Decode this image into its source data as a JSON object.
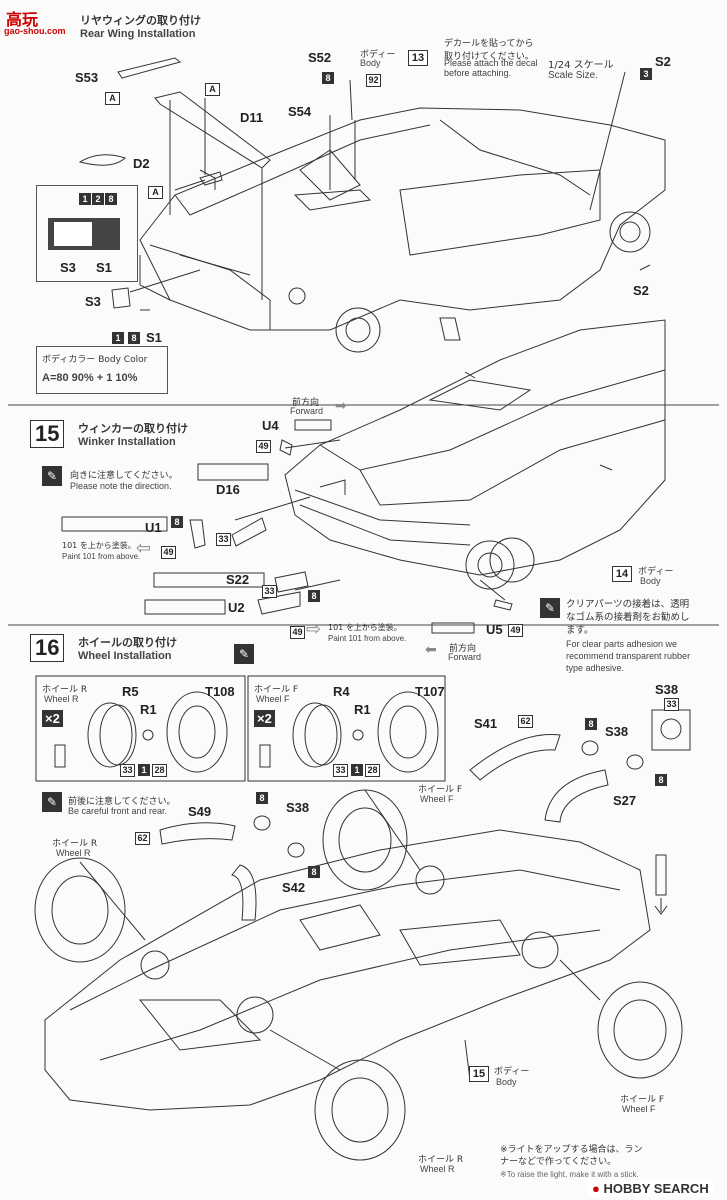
{
  "watermark_top": {
    "logo": "高玩",
    "url": "gao-shou.com"
  },
  "step14": {
    "title_jp": "リヤウィングの取り付け",
    "title_en": "Rear Wing Installation",
    "decal_note_jp": "デカールを貼ってから取り付けてください。",
    "decal_note_en": "Please attach the decal before attaching.",
    "decal_step": "13",
    "scale_jp": "1/24 スケール",
    "scale_en": "Scale Size.",
    "parts": {
      "s53": "S53",
      "d11": "D11",
      "d2": "D2",
      "s54": "S54",
      "s52": "S52",
      "s3": "S3",
      "s1": "S1",
      "s2": "S2"
    },
    "body_jp": "ボディー",
    "body_en": "Body",
    "color_codes": {
      "c8": "8",
      "c92": "92",
      "c3": "3",
      "c1": "1",
      "c2": "2",
      "c8b": "8"
    },
    "body_color_title": "ボディカラー  Body Color",
    "body_color_mix": "A=80 90% + 1 10%",
    "letter_a": "A"
  },
  "step15": {
    "number": "15",
    "title_jp": "ウィンカーの取り付け",
    "title_en": "Winker Installation",
    "note_jp": "向きに注意してください。",
    "note_en": "Please note the direction.",
    "forward_jp": "前方向",
    "forward_en": "Forward",
    "paint_jp": "101 を上から塗装。",
    "paint_en": "Paint 101 from above.",
    "parts": {
      "u4": "U4",
      "d16": "D16",
      "u1": "U1",
      "s22": "S22",
      "u2": "U2",
      "u5": "U5"
    },
    "codes": {
      "c49": "49",
      "c8": "8",
      "c33": "33"
    },
    "body_step": "14",
    "body_jp": "ボディー",
    "body_en": "Body",
    "clear_note_jp": "クリアパーツの接着は、透明なゴム系の接着剤をお勧めします。",
    "clear_note_en": "For clear parts adhesion we recommend transparent rubber type adhesive."
  },
  "step16": {
    "number": "16",
    "title_jp": "ホイールの取り付け",
    "title_en": "Wheel Installation",
    "wheel_r_jp": "ホイール R",
    "wheel_r_en": "Wheel R",
    "wheel_f_jp": "ホイール F",
    "wheel_f_en": "Wheel F",
    "times2": "×2",
    "parts": {
      "r5": "R5",
      "r4": "R4",
      "r1": "R1",
      "t108": "T108",
      "t107": "T107",
      "s38": "S38",
      "s41": "S41",
      "s27": "S27",
      "s49": "S49",
      "s42": "S42"
    },
    "codes": {
      "c33": "33",
      "c1": "1",
      "c28": "28",
      "c62": "62",
      "c8": "8"
    },
    "note_jp": "前後に注意してください。",
    "note_en": "Be careful front and rear.",
    "body_step": "15",
    "body_jp": "ボディー",
    "body_en": "Body",
    "light_note_jp": "※ライトをアップする場合は、ランナーなどで作ってください。",
    "light_note_en": "※To raise the light, make it with a stick."
  },
  "watermark_bottom": "HOBBY SEARCH"
}
